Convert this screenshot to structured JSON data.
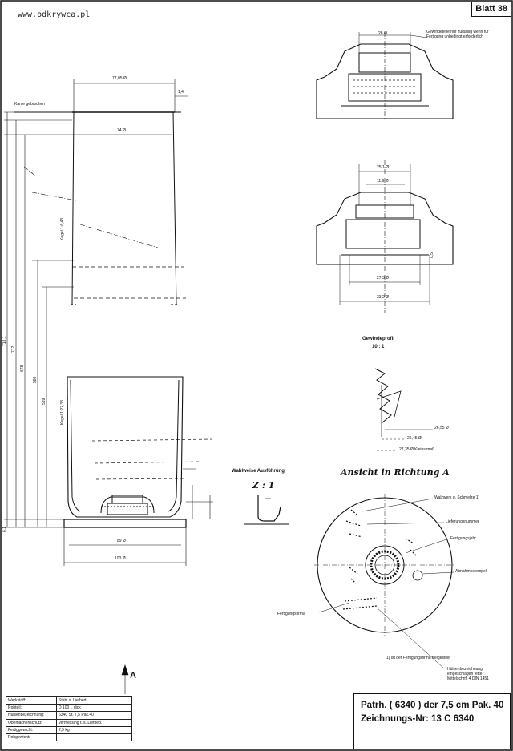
{
  "watermark": "www.odkrywca.pl",
  "sheet_id": "Blatt 38",
  "title_block": {
    "line1": "Patrh. ( 6340 ) der 7,5 cm Pak. 40",
    "line2": "Zeichnungs-Nr: 13 C 6340"
  },
  "spec_table": [
    {
      "label": "Werkstoff:",
      "value": "Stahl s. Liefbed."
    },
    {
      "label": "Rohteil:",
      "value": "D 100 .. dick"
    },
    {
      "label": "Hülsenbezeichnung:",
      "value": "6340 St. 7,5 Pak.40"
    },
    {
      "label": "Oberflächenschutz:",
      "value": "vermessing t. s. Liefbed."
    },
    {
      "label": "Fertiggewicht:",
      "value": "2,5 kg"
    },
    {
      "label": "Rohgewicht:",
      "value": ""
    }
  ],
  "case_view": {
    "kante_label": "Kante gebrochen",
    "dim_top_width": "77,05 Ø",
    "dim_top_right": "1,4",
    "dim_inner_top": "74 Ø",
    "dim_bottom_inner": "89 Ø",
    "dim_bottom_outer": "100 Ø",
    "kegel_upper": "Kegel 1:6,43",
    "kegel_lower": "Kegel 1:27,33",
    "vertical_dims": [
      "718,1",
      "712",
      "678",
      "580",
      "589"
    ],
    "rim_dim": "6,1",
    "direction_label": "A"
  },
  "primer_pocket": {
    "note": "Gewindeteile nur zulässig wenn für Fertigung unbedingt erforderlich",
    "dim_top": "28 Ø",
    "dim_upper": "25,1 Ø",
    "dim_inner": "11,9 Ø",
    "dim_lower_inner": "27,3 Ø",
    "dim_lower_outer": "33,2 Ø",
    "side_dim": "0,5"
  },
  "thread_profile": {
    "title": "Gewindeprofil",
    "scale": "10 : 1",
    "dim1": "26,55 Ø",
    "dim2": "26,45 Ø",
    "dim3": "27,35 Ø Kleinstmaß"
  },
  "optional_variant": {
    "title": "Wahlweise Ausführung",
    "scale": "Z : 1"
  },
  "base_view": {
    "title": "Ansicht in Richtung A",
    "labels": {
      "walzwerk": "Walzwerk u. Schmelze 1)",
      "liefernummer": "Lieferungsnummer",
      "fertigungsjahr": "Fertigungsjahr",
      "abnahmestempel": "Abnahmestempel",
      "fertigungsfirma": "Fertigungsfirma",
      "huelsenbezeichnung": "Hülsenbezeichnung eingeschlagen fette Mittelschrift 4 DIN 1451"
    },
    "footnote": "1) ist der Fertigungsfirma freigestellt"
  }
}
